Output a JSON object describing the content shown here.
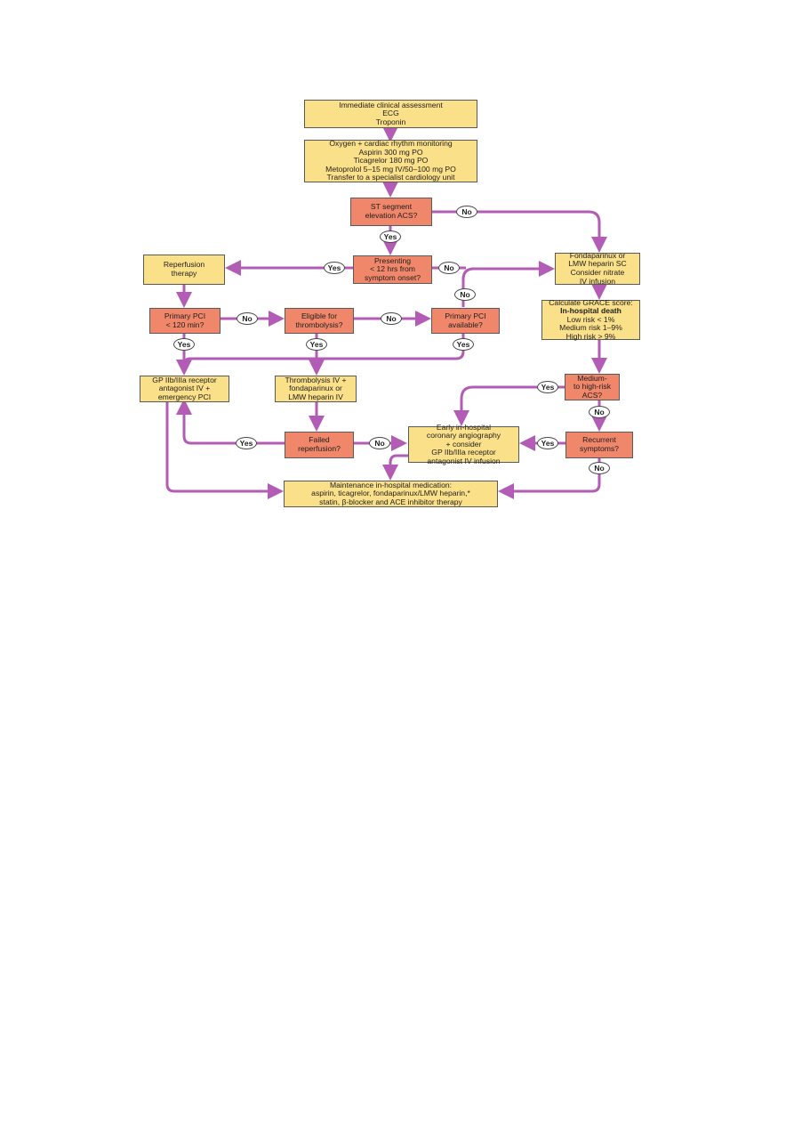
{
  "colors": {
    "arrow": "#b35cb5",
    "decision_fill": "#f0876a",
    "action_fill": "#fbe08a"
  },
  "nodes": {
    "assessment": [
      "Immediate clinical assessment",
      "ECG",
      "Troponin"
    ],
    "initial_treatment": [
      "Oxygen + cardiac rhythm monitoring",
      "Aspirin 300 mg PO",
      "Ticagrelor 180 mg PO",
      "Metoprolol 5–15 mg IV/50–100 mg PO",
      "Transfer to a specialist cardiology unit"
    ],
    "st_elevation": [
      "ST segment",
      "elevation ACS?"
    ],
    "presenting": [
      "Presenting",
      "< 12 hrs from",
      "symptom onset?"
    ],
    "reperfusion_therapy": [
      "Reperfusion",
      "therapy"
    ],
    "fondaparinux": [
      "Fondaparinux or",
      "LMW heparin SC",
      "Consider nitrate",
      "IV infusion"
    ],
    "primary_pci_120": [
      "Primary PCI",
      "< 120 min?"
    ],
    "eligible_thrombolysis": [
      "Eligible for",
      "thrombolysis?"
    ],
    "primary_pci_available": [
      "Primary PCI",
      "available?"
    ],
    "grace": [
      "Calculate GRACE score:",
      "In-hospital death",
      "Low risk < 1%",
      "Medium risk 1–9%",
      "High risk > 9%"
    ],
    "gp_emergency_pci": [
      "GP IIb/IIIa receptor",
      "antagonist IV +",
      "emergency PCI"
    ],
    "thrombolysis_iv": [
      "Thrombolysis IV +",
      "fondaparinux or",
      "LMW heparin IV"
    ],
    "medium_high_risk": [
      "Medium-",
      "to high-risk",
      "ACS?"
    ],
    "failed_reperfusion": [
      "Failed",
      "reperfusion?"
    ],
    "early_angiography": [
      "Early in-hospital",
      "coronary angiography",
      "+ consider",
      "GP IIb/IIIa receptor",
      "antagonist IV infusion"
    ],
    "recurrent_symptoms": [
      "Recurrent",
      "symptoms?"
    ],
    "maintenance": [
      "Maintenance in-hospital medication:",
      "aspirin, ticagrelor, fondaparinux/LMW heparin,*",
      "statin, β-blocker and ACE inhibitor therapy"
    ]
  },
  "labels": {
    "st_no": "No",
    "st_yes": "Yes",
    "pres_yes": "Yes",
    "pres_no": "No",
    "avail_no": "No",
    "pci120_no": "No",
    "eligible_no": "No",
    "pci120_yes": "Yes",
    "eligible_yes": "Yes",
    "avail_yes": "Yes",
    "medium_yes": "Yes",
    "medium_no": "No",
    "failed_yes": "Yes",
    "failed_no": "No",
    "recurrent_yes": "Yes",
    "recurrent_no": "No"
  }
}
